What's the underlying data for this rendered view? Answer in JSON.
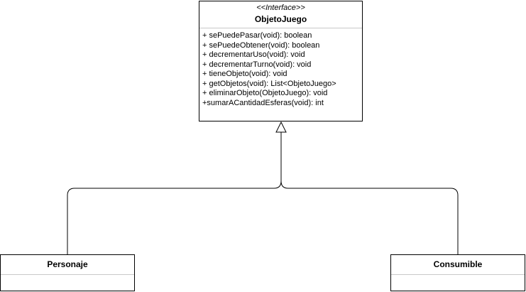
{
  "interface": {
    "stereotype": "<<Interface>>",
    "name": "ObjetoJuego",
    "methods": [
      "+ sePuedePasar(void): boolean",
      "+ sePuedeObtener(void): boolean",
      "+ decrementarUso(void): void",
      "+ decrementarTurno(void): void",
      "+ tieneObjeto(void): void",
      "+ getObjetos(void): List<ObjetoJuego>",
      "+ eliminarObjeto(ObjetoJuego): void",
      "+sumarACantidadEsferas(void): int"
    ]
  },
  "subclasses": {
    "personaje": {
      "name": "Personaje"
    },
    "consumible": {
      "name": "Consumible"
    }
  }
}
